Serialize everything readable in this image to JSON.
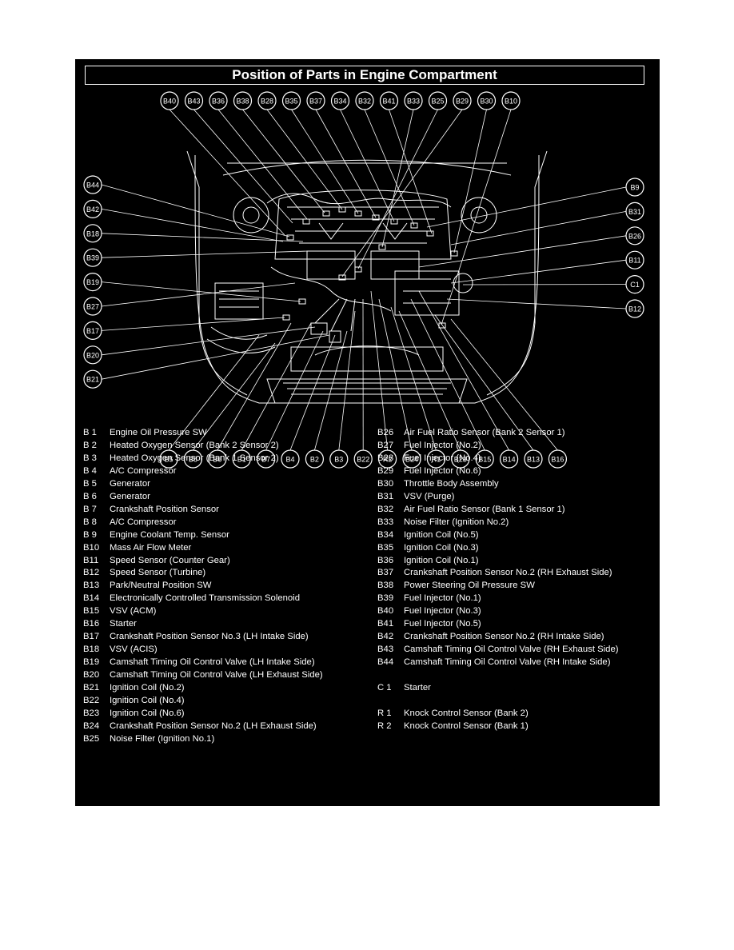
{
  "title": "Position of Parts in Engine Compartment",
  "colors": {
    "panel": "#000000",
    "line": "#ffffff",
    "text": "#ffffff",
    "page": "#ffffff"
  },
  "callouts_top": [
    "B40",
    "B43",
    "B36",
    "B38",
    "B28",
    "B35",
    "B37",
    "B34",
    "B32",
    "B41",
    "B33",
    "B25",
    "B29",
    "B30",
    "B10"
  ],
  "callouts_left": [
    "B44",
    "B42",
    "B18",
    "B39",
    "B19",
    "B27",
    "B17",
    "B20",
    "B21"
  ],
  "callouts_right": [
    "B9",
    "B31",
    "B26",
    "B11",
    "C1",
    "B12"
  ],
  "callouts_bottom": [
    "B5",
    "B8",
    "B6",
    "B1",
    "B7",
    "B4",
    "B2",
    "B3",
    "B22",
    "R2",
    "B24",
    "R1",
    "B23",
    "B15",
    "B14",
    "B13",
    "B16"
  ],
  "legend_left": [
    {
      "code": "B  1",
      "name": "Engine Oil Pressure SW"
    },
    {
      "code": "B  2",
      "name": "Heated Oxygen Sensor (Bank 2 Sensor 2)"
    },
    {
      "code": "B  3",
      "name": "Heated Oxygen Sensor (Bank 1 Sensor 2)"
    },
    {
      "code": "B  4",
      "name": "A/C Compressor"
    },
    {
      "code": "B  5",
      "name": "Generator"
    },
    {
      "code": "B  6",
      "name": "Generator"
    },
    {
      "code": "B  7",
      "name": "Crankshaft Position Sensor"
    },
    {
      "code": "B  8",
      "name": "A/C Compressor"
    },
    {
      "code": "B  9",
      "name": "Engine Coolant Temp. Sensor"
    },
    {
      "code": "B10",
      "name": "Mass Air Flow Meter"
    },
    {
      "code": "B11",
      "name": "Speed Sensor (Counter Gear)"
    },
    {
      "code": "B12",
      "name": "Speed Sensor (Turbine)"
    },
    {
      "code": "B13",
      "name": "Park/Neutral Position SW"
    },
    {
      "code": "B14",
      "name": "Electronically Controlled Transmission Solenoid"
    },
    {
      "code": "B15",
      "name": "VSV (ACM)"
    },
    {
      "code": "B16",
      "name": "Starter"
    },
    {
      "code": "B17",
      "name": "Crankshaft Position Sensor No.3 (LH Intake Side)"
    },
    {
      "code": "B18",
      "name": "VSV (ACIS)"
    },
    {
      "code": "B19",
      "name": "Camshaft Timing Oil Control Valve (LH Intake Side)"
    },
    {
      "code": "B20",
      "name": "Camshaft Timing Oil Control Valve (LH Exhaust Side)"
    },
    {
      "code": "B21",
      "name": "Ignition Coil (No.2)"
    },
    {
      "code": "B22",
      "name": "Ignition Coil (No.4)"
    },
    {
      "code": "B23",
      "name": "Ignition Coil (No.6)"
    },
    {
      "code": "B24",
      "name": "Crankshaft Position Sensor No.2 (LH Exhaust Side)"
    },
    {
      "code": "B25",
      "name": "Noise Filter (Ignition No.1)"
    }
  ],
  "legend_right": [
    {
      "code": "B26",
      "name": "Air Fuel Ratio Sensor (Bank 2 Sensor 1)"
    },
    {
      "code": "B27",
      "name": "Fuel Injector (No.2)"
    },
    {
      "code": "B28",
      "name": "Fuel Injector (No.4)"
    },
    {
      "code": "B29",
      "name": "Fuel Injector (No.6)"
    },
    {
      "code": "B30",
      "name": "Throttle Body Assembly"
    },
    {
      "code": "B31",
      "name": "VSV (Purge)"
    },
    {
      "code": "B32",
      "name": "Air Fuel Ratio Sensor (Bank 1 Sensor 1)"
    },
    {
      "code": "B33",
      "name": "Noise Filter (Ignition No.2)"
    },
    {
      "code": "B34",
      "name": "Ignition Coil (No.5)"
    },
    {
      "code": "B35",
      "name": "Ignition Coil (No.3)"
    },
    {
      "code": "B36",
      "name": "Ignition Coil (No.1)"
    },
    {
      "code": "B37",
      "name": "Crankshaft Position Sensor No.2 (RH Exhaust Side)"
    },
    {
      "code": "B38",
      "name": "Power Steering Oil Pressure SW"
    },
    {
      "code": "B39",
      "name": "Fuel Injector (No.1)"
    },
    {
      "code": "B40",
      "name": "Fuel Injector (No.3)"
    },
    {
      "code": "B41",
      "name": "Fuel Injector (No.5)"
    },
    {
      "code": "B42",
      "name": "Crankshaft Position Sensor No.2 (RH Intake Side)"
    },
    {
      "code": "B43",
      "name": "Camshaft Timing Oil Control Valve (RH Exhaust Side)"
    },
    {
      "code": "B44",
      "name": "Camshaft Timing Oil Control Valve (RH Intake Side)"
    },
    {
      "code": "",
      "name": ""
    },
    {
      "code": "C  1",
      "name": "Starter"
    },
    {
      "code": "",
      "name": ""
    },
    {
      "code": "R  1",
      "name": "Knock Control Sensor (Bank 2)"
    },
    {
      "code": "R  2",
      "name": "Knock Control Sensor (Bank 1)"
    }
  ]
}
